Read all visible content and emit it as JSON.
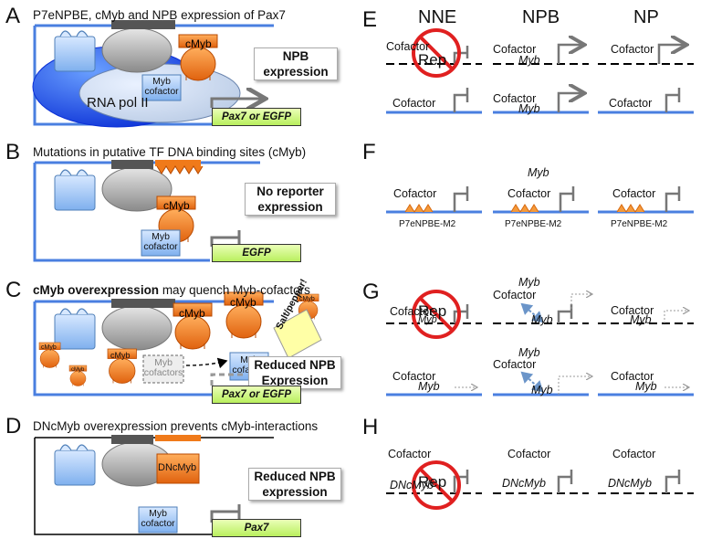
{
  "panelA": {
    "letter": "A",
    "title": "P7eNPBE, cMyb and NPB expression of Pax7",
    "cmyb": "cMyb",
    "cofactor_line1": "Myb",
    "cofactor_line2": "cofactor",
    "polymerase": "RNA pol II",
    "outcome_line1": "NPB",
    "outcome_line2": "expression",
    "gene": "Pax7 or EGFP"
  },
  "panelB": {
    "letter": "B",
    "title": "Mutations in putative TF DNA binding sites (cMyb)",
    "cmyb": "cMyb",
    "cofactor_line1": "Myb",
    "cofactor_line2": "cofactor",
    "outcome_line1": "No reporter",
    "outcome_line2": "expression",
    "gene": "EGFP"
  },
  "panelC": {
    "letter": "C",
    "title_bold": "cMyb overexpression",
    "title_rest": " may quench Myb-cofactors",
    "cmyb": "cMyb",
    "cofactor_line1": "Myb",
    "cofactor_line2": "cofactor",
    "ghost_line1": "Myb",
    "ghost_line2": "cofactors",
    "free_cmyb": [
      "cMyb",
      "cMyb",
      "cMyb",
      "cMyb",
      "cMyb"
    ],
    "sticky": "Salt/pepper!",
    "outcome_line1": "Reduced NPB",
    "outcome_line2": "Expression",
    "gene": "Pax7 or EGFP"
  },
  "panelD": {
    "letter": "D",
    "title": "DNcMyb overexpression prevents cMyb-interactions",
    "dncmyb": "DNcMyb",
    "cofactor_line1": "Myb",
    "cofactor_line2": "cofactor",
    "outcome_line1": "Reduced NPB",
    "outcome_line2": "expression",
    "gene": "Pax7"
  },
  "columns": [
    "NNE",
    "NPB",
    "NP"
  ],
  "panelE": {
    "letter": "E",
    "rep": "Rep",
    "cofactor": "Cofactor",
    "myb": "Myb"
  },
  "panelF": {
    "letter": "F",
    "myb": "Myb",
    "cofactor": "Cofactor",
    "enhancer": "P7eNPBE-M2"
  },
  "panelG": {
    "letter": "G",
    "rep": "Rep",
    "cofactor": "Cofactor",
    "myb": "Myb"
  },
  "panelH": {
    "letter": "H",
    "rep": "Rep",
    "cofactor": "Cofactor",
    "dncmyb": "DNcMyb"
  },
  "colors": {
    "dna_blue": "#4a7fe0",
    "cmyb_orange": "#f07a1a",
    "gene_green": "#c6f27a",
    "rep_red": "#e02020",
    "promoter_gray": "#777777"
  }
}
